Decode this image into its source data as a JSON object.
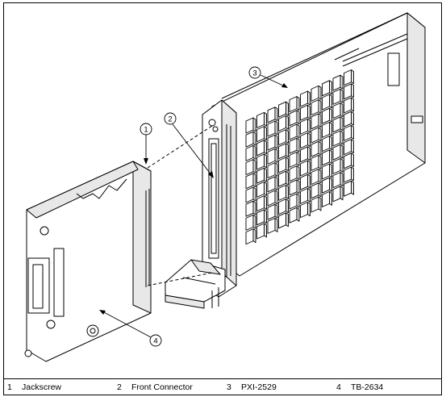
{
  "callouts": [
    "1",
    "2",
    "3",
    "4"
  ],
  "legend": [
    {
      "number": "1",
      "label": "Jackscrew"
    },
    {
      "number": "2",
      "label": "Front Connector"
    },
    {
      "number": "3",
      "label": "PXI-2529"
    },
    {
      "number": "4",
      "label": "TB-2634"
    }
  ],
  "colors": {
    "line": "#000000",
    "fill": "#ffffff",
    "shade": "#e8e8e8"
  }
}
